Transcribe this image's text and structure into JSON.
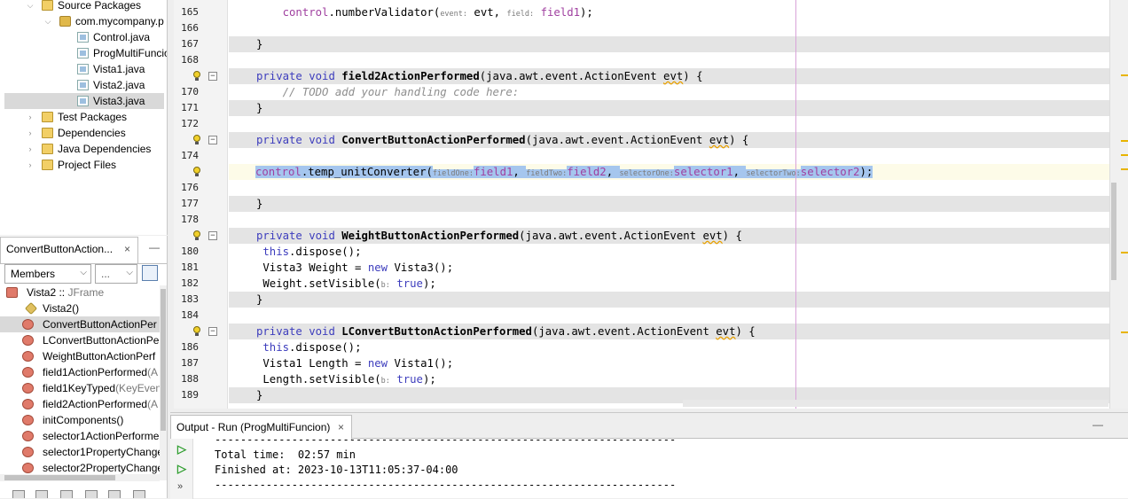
{
  "project_tree": {
    "items": [
      {
        "label": "Source Packages",
        "type": "folder",
        "indent": 1,
        "twisty": "⌵"
      },
      {
        "label": "com.mycompany.p",
        "type": "package",
        "indent": 2,
        "twisty": "⌵"
      },
      {
        "label": "Control.java",
        "type": "java",
        "indent": 3
      },
      {
        "label": "ProgMultiFuncio",
        "type": "java",
        "indent": 3
      },
      {
        "label": "Vista1.java",
        "type": "java",
        "indent": 3
      },
      {
        "label": "Vista2.java",
        "type": "java",
        "indent": 3
      },
      {
        "label": "Vista3.java",
        "type": "java",
        "indent": 3,
        "selected": true
      },
      {
        "label": "Test Packages",
        "type": "folder",
        "indent": 1,
        "twisty": "›"
      },
      {
        "label": "Dependencies",
        "type": "folder",
        "indent": 1,
        "twisty": "›"
      },
      {
        "label": "Java Dependencies",
        "type": "folder",
        "indent": 1,
        "twisty": "›"
      },
      {
        "label": "Project Files",
        "type": "folder",
        "indent": 1,
        "twisty": "›"
      }
    ]
  },
  "navigator": {
    "tab_label": "ConvertButtonAction...",
    "close": "×",
    "minimize": "—",
    "members_label": "Members",
    "dots_label": "...",
    "chevron": "⌵",
    "class_name": "Vista2 :: ",
    "class_super": "JFrame",
    "members": [
      {
        "name": "Vista2()",
        "sig": "",
        "kind": "ctor"
      },
      {
        "name": "ConvertButtonActionPer",
        "sig": "",
        "kind": "method",
        "selected": true
      },
      {
        "name": "LConvertButtonActionPe",
        "sig": "",
        "kind": "method"
      },
      {
        "name": "WeightButtonActionPerf",
        "sig": "",
        "kind": "method"
      },
      {
        "name": "field1ActionPerformed",
        "sig": "(A",
        "kind": "method"
      },
      {
        "name": "field1KeyTyped",
        "sig": "(KeyEven",
        "kind": "method"
      },
      {
        "name": "field2ActionPerformed",
        "sig": "(A",
        "kind": "method"
      },
      {
        "name": "initComponents()",
        "sig": "",
        "kind": "method"
      },
      {
        "name": "selector1ActionPerforme",
        "sig": "",
        "kind": "method"
      },
      {
        "name": "selector1PropertyChange",
        "sig": "",
        "kind": "method"
      },
      {
        "name": "selector2PropertyChange",
        "sig": "",
        "kind": "method"
      }
    ]
  },
  "editor": {
    "lines": [
      {
        "n": "165",
        "style": "plain",
        "bulb": false,
        "fold": "",
        "tokens": [
          [
            "    ",
            ""
          ],
          [
            "control",
            "fld"
          ],
          [
            ".numberValidator(",
            ""
          ],
          [
            "event:",
            "hint"
          ],
          [
            " evt, ",
            ""
          ],
          [
            "field:",
            "hint"
          ],
          [
            " ",
            ""
          ],
          [
            "field1",
            "fld"
          ],
          [
            ");",
            ""
          ]
        ]
      },
      {
        "n": "166",
        "style": "plain",
        "bulb": false,
        "fold": "",
        "tokens": []
      },
      {
        "n": "167",
        "style": "shade",
        "bulb": false,
        "fold": "",
        "tokens": [
          [
            "}",
            ""
          ]
        ]
      },
      {
        "n": "168",
        "style": "plain",
        "bulb": false,
        "fold": "",
        "tokens": []
      },
      {
        "n": "",
        "style": "shade",
        "bulb": true,
        "fold": "−",
        "tokens": [
          [
            "private",
            "kw"
          ],
          [
            " ",
            ""
          ],
          [
            "void",
            "kw"
          ],
          [
            " ",
            ""
          ],
          [
            "field2ActionPerformed",
            "meth"
          ],
          [
            "(java.awt.event.ActionEvent ",
            ""
          ],
          [
            "evt",
            "warn"
          ],
          [
            ") {",
            ""
          ]
        ]
      },
      {
        "n": "170",
        "style": "plain",
        "bulb": false,
        "fold": "",
        "tokens": [
          [
            "    ",
            ""
          ],
          [
            "// TODO add your handling code here:",
            "cmt"
          ]
        ]
      },
      {
        "n": "171",
        "style": "shade",
        "bulb": false,
        "fold": "",
        "tokens": [
          [
            "}",
            ""
          ]
        ]
      },
      {
        "n": "172",
        "style": "plain",
        "bulb": false,
        "fold": "",
        "tokens": []
      },
      {
        "n": "",
        "style": "shade",
        "bulb": true,
        "fold": "−",
        "tokens": [
          [
            "private",
            "kw"
          ],
          [
            " ",
            ""
          ],
          [
            "void",
            "kw"
          ],
          [
            " ",
            ""
          ],
          [
            "ConvertButtonActionPerformed",
            "meth"
          ],
          [
            "(java.awt.event.ActionEvent ",
            ""
          ],
          [
            "evt",
            "warn"
          ],
          [
            ") {",
            ""
          ]
        ]
      },
      {
        "n": "174",
        "style": "plain",
        "bulb": false,
        "fold": "",
        "tokens": []
      },
      {
        "n": "",
        "style": "cur",
        "bulb": true,
        "fold": "",
        "tokens": [
          [
            "control",
            "fld sel"
          ],
          [
            ".temp_unitConverter(",
            "sel"
          ],
          [
            "fieldOne:",
            "hint sel"
          ],
          [
            "field1",
            "fld sel"
          ],
          [
            ", ",
            "sel"
          ],
          [
            "fieldTwo:",
            "hint sel"
          ],
          [
            "field2",
            "fld sel"
          ],
          [
            ", ",
            "sel"
          ],
          [
            "selectorOne:",
            "hint sel"
          ],
          [
            "selector1",
            "fld sel"
          ],
          [
            ", ",
            "sel"
          ],
          [
            "selectorTwo:",
            "hint sel"
          ],
          [
            "selector2",
            "fld sel"
          ],
          [
            ");",
            "sel"
          ]
        ]
      },
      {
        "n": "176",
        "style": "plain",
        "bulb": false,
        "fold": "",
        "tokens": []
      },
      {
        "n": "177",
        "style": "shade",
        "bulb": false,
        "fold": "",
        "tokens": [
          [
            "}",
            ""
          ]
        ]
      },
      {
        "n": "178",
        "style": "plain",
        "bulb": false,
        "fold": "",
        "tokens": []
      },
      {
        "n": "",
        "style": "shade",
        "bulb": true,
        "fold": "−",
        "tokens": [
          [
            "private",
            "kw"
          ],
          [
            " ",
            ""
          ],
          [
            "void",
            "kw"
          ],
          [
            " ",
            ""
          ],
          [
            "WeightButtonActionPerformed",
            "meth"
          ],
          [
            "(java.awt.event.ActionEvent ",
            ""
          ],
          [
            "evt",
            "warn"
          ],
          [
            ") {",
            ""
          ]
        ]
      },
      {
        "n": "180",
        "style": "plain",
        "bulb": false,
        "fold": "",
        "tokens": [
          [
            " ",
            ""
          ],
          [
            "this",
            "kw"
          ],
          [
            ".dispose();",
            ""
          ]
        ]
      },
      {
        "n": "181",
        "style": "plain",
        "bulb": false,
        "fold": "",
        "tokens": [
          [
            " Vista3 Weight = ",
            ""
          ],
          [
            "new",
            "kw"
          ],
          [
            " Vista3();",
            ""
          ]
        ]
      },
      {
        "n": "182",
        "style": "plain",
        "bulb": false,
        "fold": "",
        "tokens": [
          [
            " Weight.setVisible(",
            ""
          ],
          [
            "b:",
            "hint"
          ],
          [
            " ",
            ""
          ],
          [
            "true",
            "kw"
          ],
          [
            ");",
            ""
          ]
        ]
      },
      {
        "n": "183",
        "style": "shade",
        "bulb": false,
        "fold": "",
        "tokens": [
          [
            "}",
            ""
          ]
        ]
      },
      {
        "n": "184",
        "style": "plain",
        "bulb": false,
        "fold": "",
        "tokens": []
      },
      {
        "n": "",
        "style": "shade",
        "bulb": true,
        "fold": "−",
        "tokens": [
          [
            "private",
            "kw"
          ],
          [
            " ",
            ""
          ],
          [
            "void",
            "kw"
          ],
          [
            " ",
            ""
          ],
          [
            "LConvertButtonActionPerformed",
            "meth"
          ],
          [
            "(java.awt.event.ActionEvent ",
            ""
          ],
          [
            "evt",
            "warn"
          ],
          [
            ") {",
            ""
          ]
        ]
      },
      {
        "n": "186",
        "style": "plain",
        "bulb": false,
        "fold": "",
        "tokens": [
          [
            " ",
            ""
          ],
          [
            "this",
            "kw"
          ],
          [
            ".dispose();",
            ""
          ]
        ]
      },
      {
        "n": "187",
        "style": "plain",
        "bulb": false,
        "fold": "",
        "tokens": [
          [
            " Vista1 Length = ",
            ""
          ],
          [
            "new",
            "kw"
          ],
          [
            " Vista1();",
            ""
          ]
        ]
      },
      {
        "n": "188",
        "style": "plain",
        "bulb": false,
        "fold": "",
        "tokens": [
          [
            " Length.setVisible(",
            ""
          ],
          [
            "b:",
            "hint"
          ],
          [
            " ",
            ""
          ],
          [
            "true",
            "kw"
          ],
          [
            ");",
            ""
          ]
        ]
      },
      {
        "n": "189",
        "style": "shade",
        "bulb": false,
        "fold": "",
        "tokens": [
          [
            "}",
            ""
          ]
        ]
      }
    ]
  },
  "output": {
    "tab_label": "Output - Run (ProgMultiFuncion)",
    "close": "×",
    "minimize": "—",
    "run_icon": "▷",
    "more_icon": "»",
    "lines": [
      "------------------------------------------------------------------------",
      "Total time:  02:57 min",
      "Finished at: 2023-10-13T11:05:37-04:00",
      "------------------------------------------------------------------------"
    ]
  },
  "colors": {
    "keyword": "#3d3dbd",
    "field": "#a040a0",
    "selection": "#a5c6ee",
    "current_line": "#fdfbe8",
    "shaded_line": "#e4e4e4"
  }
}
